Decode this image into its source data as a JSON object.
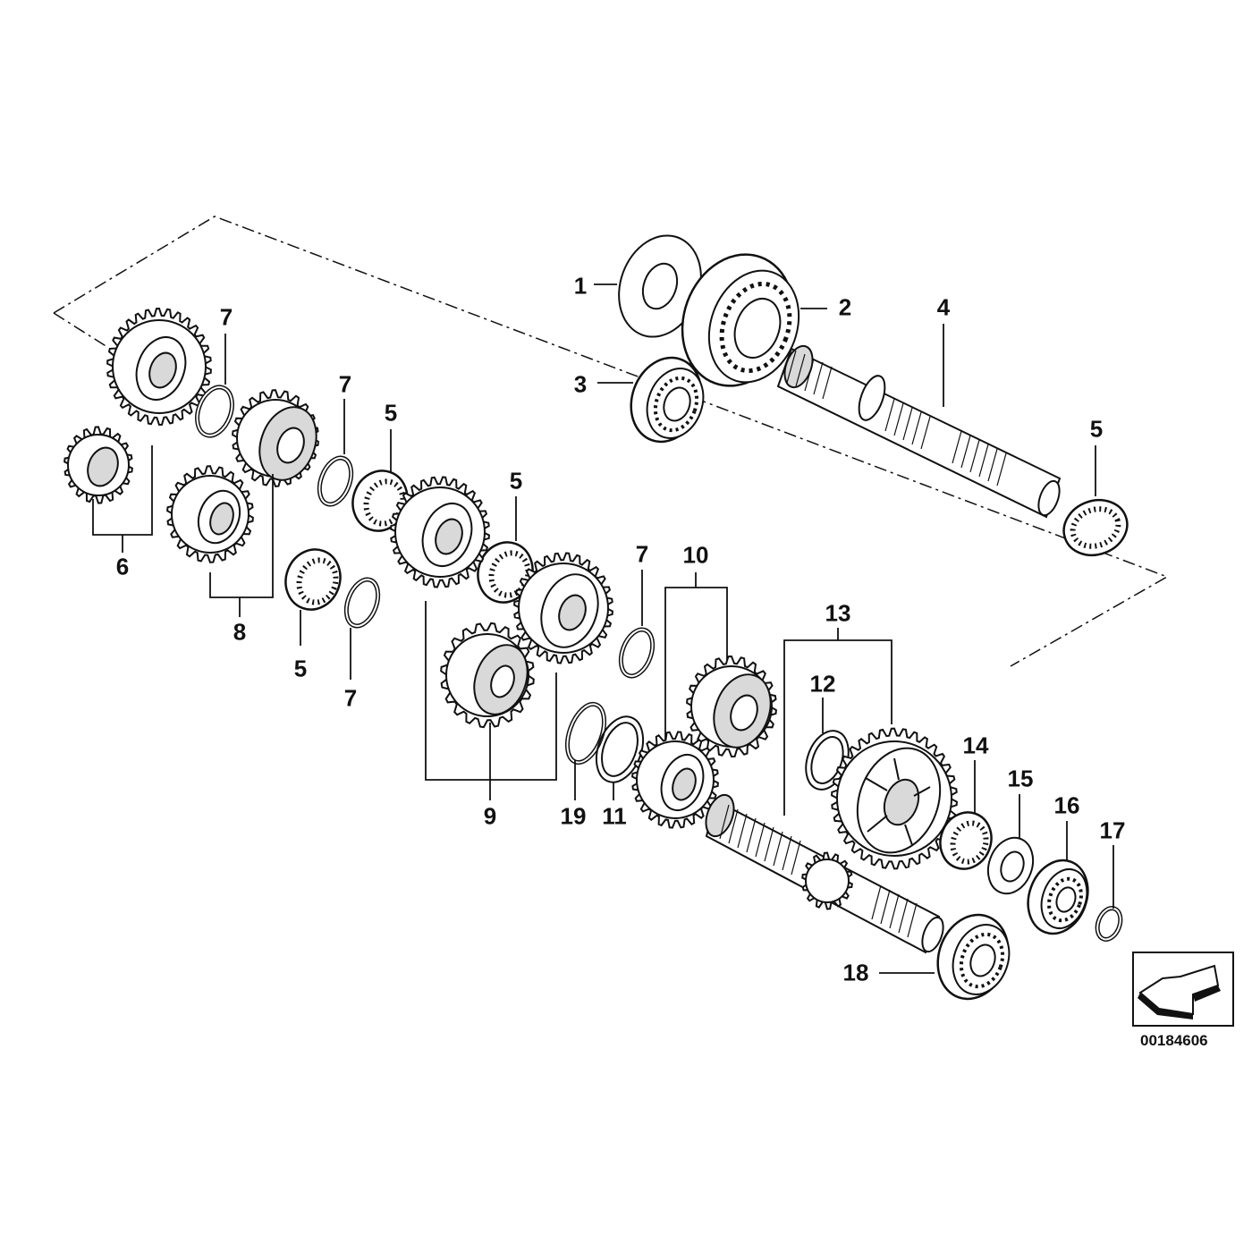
{
  "callouts": {
    "c1": "1",
    "c2": "2",
    "c3": "3",
    "c4": "4",
    "c5a": "5",
    "c5b": "5",
    "c5c": "5",
    "c5d": "5",
    "c6": "6",
    "c7a": "7",
    "c7b": "7",
    "c7c": "7",
    "c7d": "7",
    "c8": "8",
    "c9": "9",
    "c10": "10",
    "c11": "11",
    "c12": "12",
    "c13": "13",
    "c14": "14",
    "c15": "15",
    "c16": "16",
    "c17": "17",
    "c18": "18",
    "c19": "19"
  },
  "document_number": "00184606",
  "icons": {
    "direction_badge": "arrow-down-left-icon"
  },
  "colors": {
    "line": "#111111",
    "paper": "#ffffff",
    "shade": "#d9d9d9"
  }
}
